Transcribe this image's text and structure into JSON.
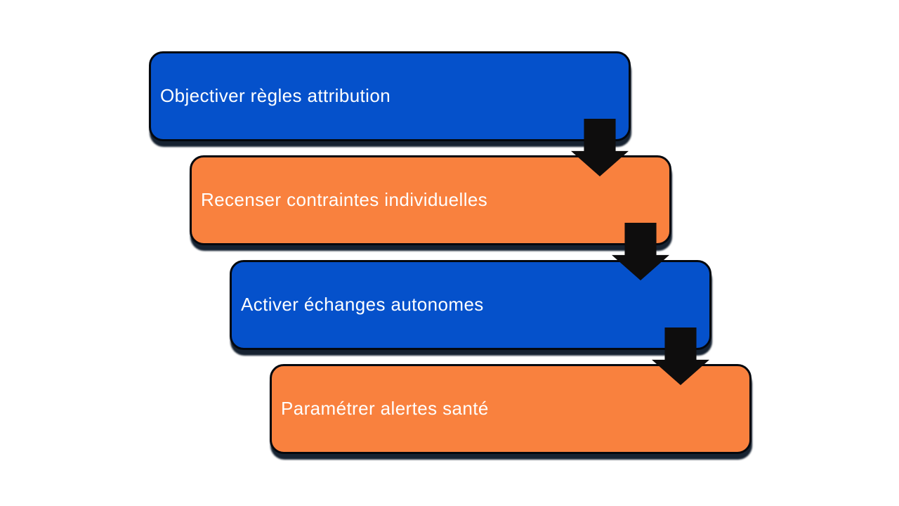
{
  "diagram": {
    "type": "process-flow-slide",
    "background": "#ffffff",
    "border_color": "#04080e",
    "shadow_color": "#0a1626",
    "connector_color": "#0e0d0d",
    "accent_blue": "#0551cb",
    "accent_orange": "#f9813e",
    "steps": [
      {
        "label": "Objectiver règles attribution",
        "fill": "#0551cb",
        "text_color": "#ffffff"
      },
      {
        "label": "Recenser contraintes individuelles",
        "fill": "#f9813e",
        "text_color": "#ffffff"
      },
      {
        "label": "Activer échanges autonomes",
        "fill": "#0551cb",
        "text_color": "#ffffff"
      },
      {
        "label": "Paramétrer alertes santé",
        "fill": "#f9813e",
        "text_color": "#ffffff"
      }
    ]
  }
}
